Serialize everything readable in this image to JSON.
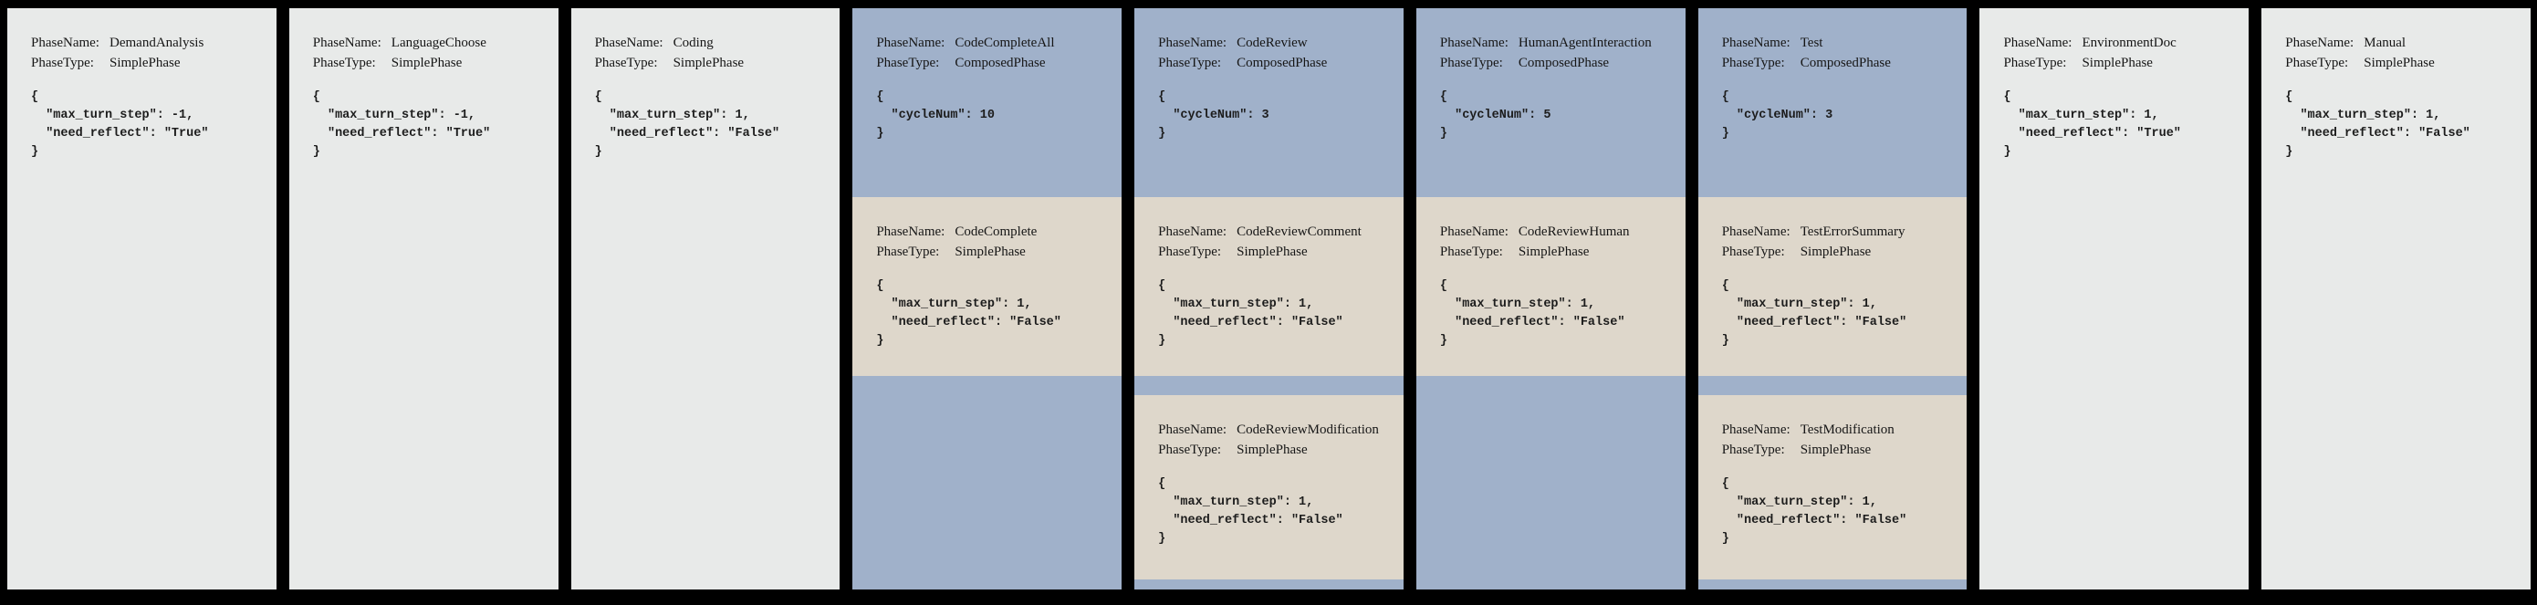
{
  "labels": {
    "phase_name": "PhaseName:",
    "phase_type": "PhaseType:"
  },
  "colors": {
    "background": "#000000",
    "simple_panel": "#e8eae9",
    "composed_panel": "#a0b1ca",
    "nested_panel": "#ded7cb",
    "text": "#161616"
  },
  "phases": [
    {
      "name": "DemandAnalysis",
      "type": "SimplePhase",
      "config_text": "{\n  \"max_turn_step\": -1,\n  \"need_reflect\": \"True\"\n}"
    },
    {
      "name": "LanguageChoose",
      "type": "SimplePhase",
      "config_text": "{\n  \"max_turn_step\": -1,\n  \"need_reflect\": \"True\"\n}"
    },
    {
      "name": "Coding",
      "type": "SimplePhase",
      "config_text": "{\n  \"max_turn_step\": 1,\n  \"need_reflect\": \"False\"\n}"
    },
    {
      "name": "CodeCompleteAll",
      "type": "ComposedPhase",
      "config_text": "{\n  \"cycleNum\": 10\n}",
      "children": [
        {
          "name": "CodeComplete",
          "type": "SimplePhase",
          "config_text": "{\n  \"max_turn_step\": 1,\n  \"need_reflect\": \"False\"\n}"
        }
      ]
    },
    {
      "name": "CodeReview",
      "type": "ComposedPhase",
      "config_text": "{\n  \"cycleNum\": 3\n}",
      "children": [
        {
          "name": "CodeReviewComment",
          "type": "SimplePhase",
          "config_text": "{\n  \"max_turn_step\": 1,\n  \"need_reflect\": \"False\"\n}"
        },
        {
          "name": "CodeReviewModification",
          "type": "SimplePhase",
          "config_text": "{\n  \"max_turn_step\": 1,\n  \"need_reflect\": \"False\"\n}"
        }
      ]
    },
    {
      "name": "HumanAgentInteraction",
      "type": "ComposedPhase",
      "config_text": "{\n  \"cycleNum\": 5\n}",
      "children": [
        {
          "name": "CodeReviewHuman",
          "type": "SimplePhase",
          "config_text": "{\n  \"max_turn_step\": 1,\n  \"need_reflect\": \"False\"\n}"
        }
      ]
    },
    {
      "name": "Test",
      "type": "ComposedPhase",
      "config_text": "{\n  \"cycleNum\": 3\n}",
      "children": [
        {
          "name": "TestErrorSummary",
          "type": "SimplePhase",
          "config_text": "{\n  \"max_turn_step\": 1,\n  \"need_reflect\": \"False\"\n}"
        },
        {
          "name": "TestModification",
          "type": "SimplePhase",
          "config_text": "{\n  \"max_turn_step\": 1,\n  \"need_reflect\": \"False\"\n}"
        }
      ]
    },
    {
      "name": "EnvironmentDoc",
      "type": "SimplePhase",
      "config_text": "{\n  \"max_turn_step\": 1,\n  \"need_reflect\": \"True\"\n}"
    },
    {
      "name": "Manual",
      "type": "SimplePhase",
      "config_text": "{\n  \"max_turn_step\": 1,\n  \"need_reflect\": \"False\"\n}"
    }
  ]
}
